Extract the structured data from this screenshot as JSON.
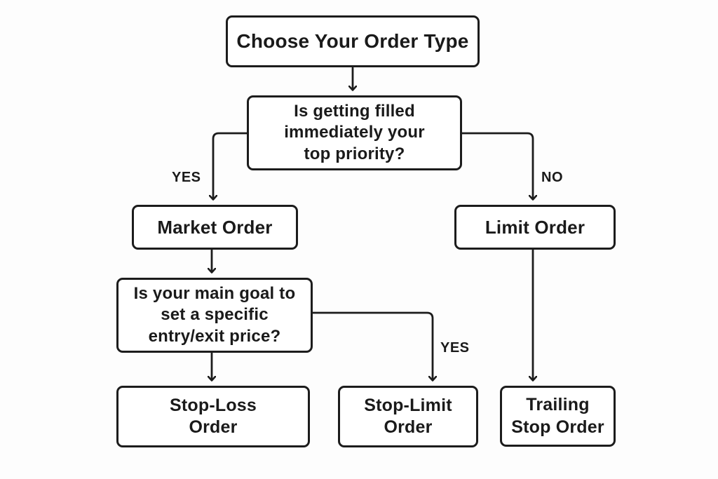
{
  "diagram": {
    "title": "Choose Your Order Type",
    "type": "flowchart",
    "colors": {
      "background": "#fdfdfd",
      "box_fill": "#ffffff",
      "line": "#1c1c1c",
      "text": "#1a1a1a"
    },
    "nodes": {
      "root": {
        "label": "Choose Your Order Type"
      },
      "q_fill": {
        "label": "Is getting filled\nimmediately your\ntop priority?"
      },
      "market": {
        "label": "Market Order"
      },
      "limit": {
        "label": "Limit Order"
      },
      "q_goal": {
        "label": "Is your main goal to\nset a specific\nentry/exit price?"
      },
      "stop_loss": {
        "label": "Stop-Loss\nOrder"
      },
      "stop_limit": {
        "label": "Stop-Limit\nOrder"
      },
      "trailing": {
        "label": "Trailing\nStop Order"
      }
    },
    "edges": [
      {
        "from": "root",
        "to": "q_fill",
        "label": ""
      },
      {
        "from": "q_fill",
        "to": "market",
        "label": "YES"
      },
      {
        "from": "q_fill",
        "to": "limit",
        "label": "NO"
      },
      {
        "from": "market",
        "to": "q_goal",
        "label": ""
      },
      {
        "from": "q_goal",
        "to": "stop_loss",
        "label": ""
      },
      {
        "from": "q_goal",
        "to": "stop_limit",
        "label": "YES"
      },
      {
        "from": "limit",
        "to": "trailing",
        "label": ""
      }
    ],
    "edge_labels": {
      "yes_left": "YES",
      "no_right": "NO",
      "yes_right": "YES"
    }
  }
}
